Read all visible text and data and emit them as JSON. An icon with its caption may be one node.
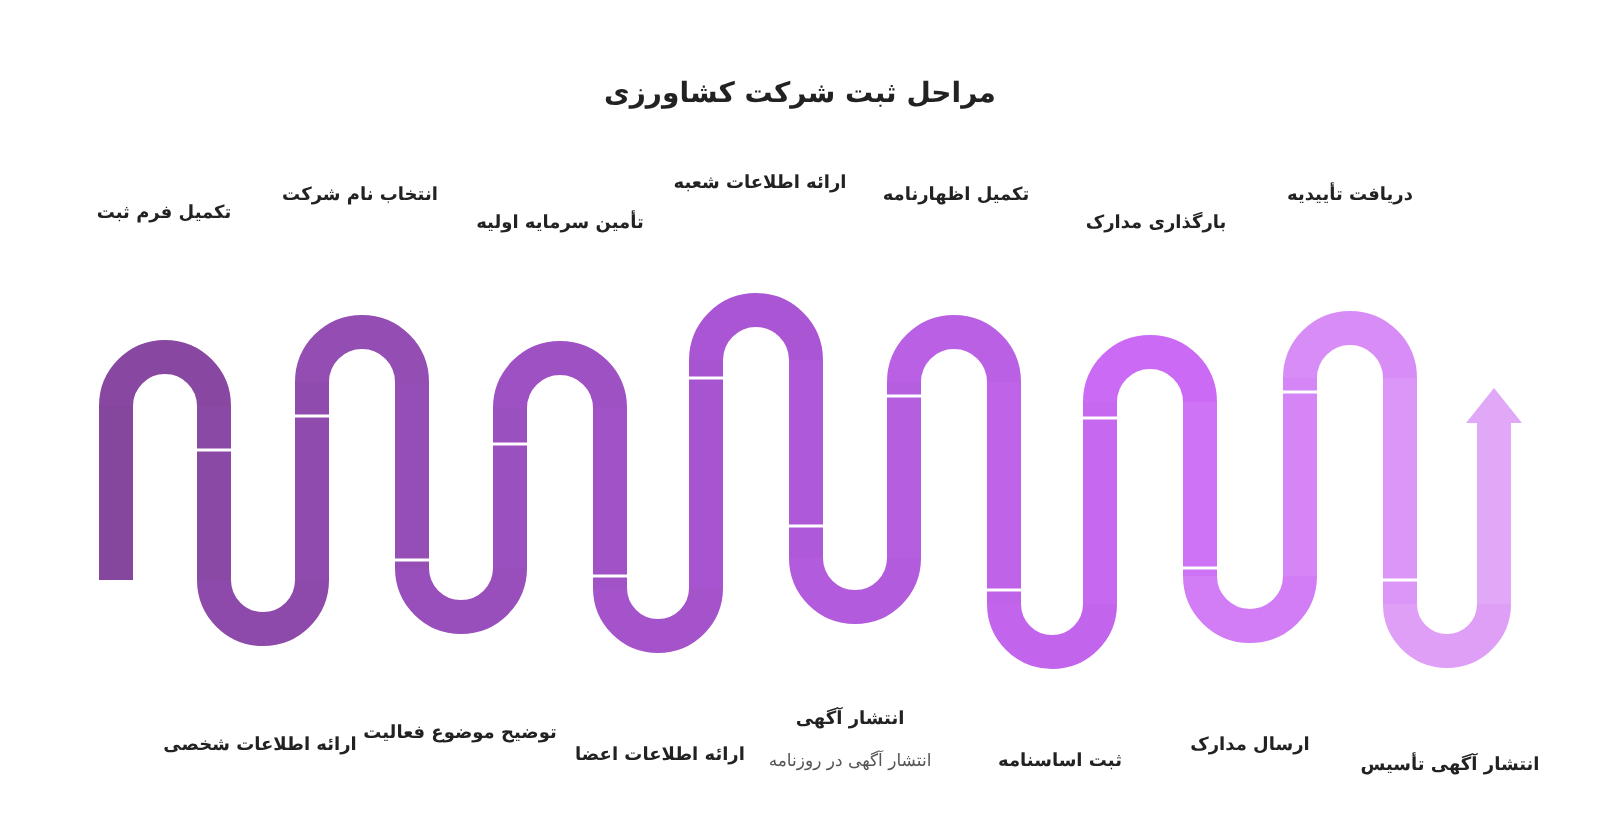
{
  "diagram": {
    "title": "مراحل ثبت شرکت کشاورزی",
    "labels": [
      "تکمیل فرم ثبت",
      "ارائه اطلاعات شخصی",
      "انتخاب نام شرکت",
      "توضیح موضوع فعالیت",
      "تأمین سرمایه اولیه",
      "ارائه اطلاعات اعضا",
      "ارائه اطلاعات شعبه",
      "انتشار آگهی",
      "انتشار آگهی در روزنامه",
      "تکمیل اظهارنامه",
      "ثبت اساسنامه",
      "بارگذاری مدارک",
      "ارسال مدارک",
      "دریافت تأییدیه",
      "انتشار آگهی تأسیس"
    ]
  }
}
